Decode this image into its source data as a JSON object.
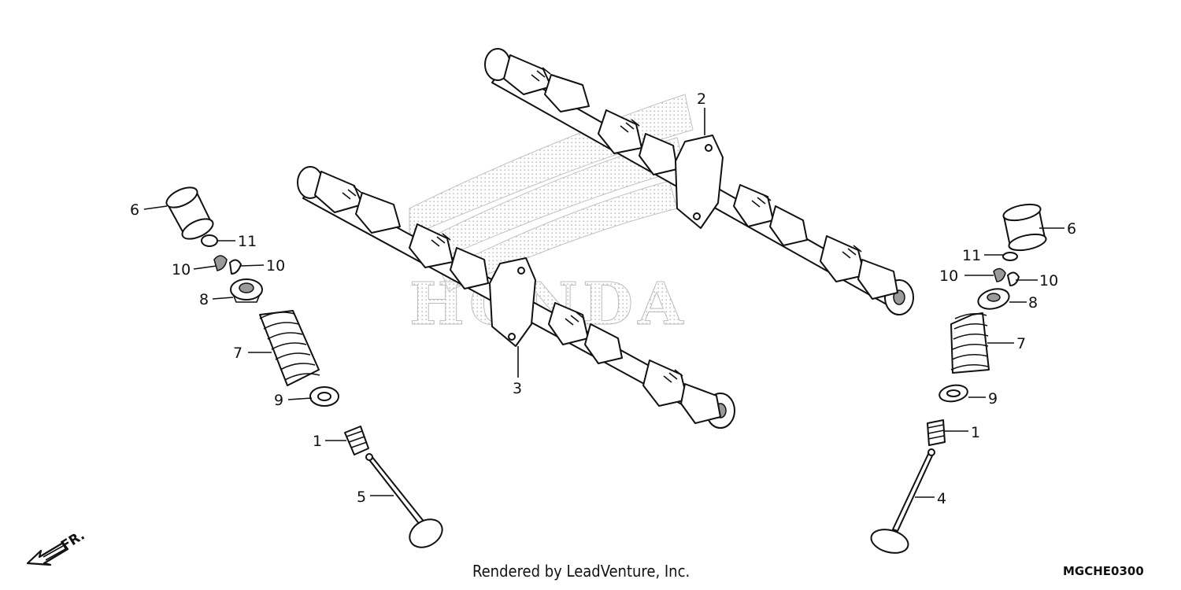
{
  "diagram": {
    "callouts": {
      "c1_left": "1",
      "c1_right": "1",
      "c2": "2",
      "c3": "3",
      "c4": "4",
      "c5": "5",
      "c6_left": "6",
      "c6_right": "6",
      "c7_left": "7",
      "c7_right": "7",
      "c8_left": "8",
      "c8_right": "8",
      "c9_left": "9",
      "c9_right": "9",
      "c10_left_a": "10",
      "c10_left_b": "10",
      "c10_right_a": "10",
      "c10_right_b": "10",
      "c11_left": "11",
      "c11_right": "11"
    },
    "front_indicator": "FR.",
    "watermark": "HONDA",
    "credit": "Rendered by LeadVenture, Inc.",
    "diagram_code": "MGCHE0300"
  }
}
